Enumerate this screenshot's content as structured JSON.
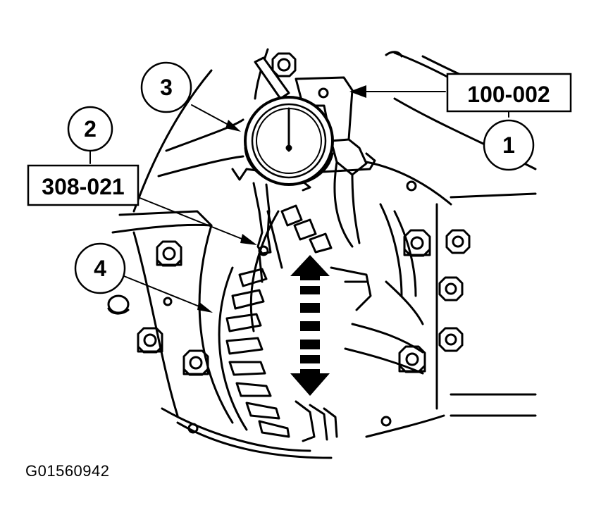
{
  "callouts": {
    "c1": "1",
    "c2": "2",
    "c3": "3",
    "c4": "4"
  },
  "tools": {
    "tool_100_002": "100-002",
    "tool_308_021": "308-021"
  },
  "figure_code": "G01560942"
}
